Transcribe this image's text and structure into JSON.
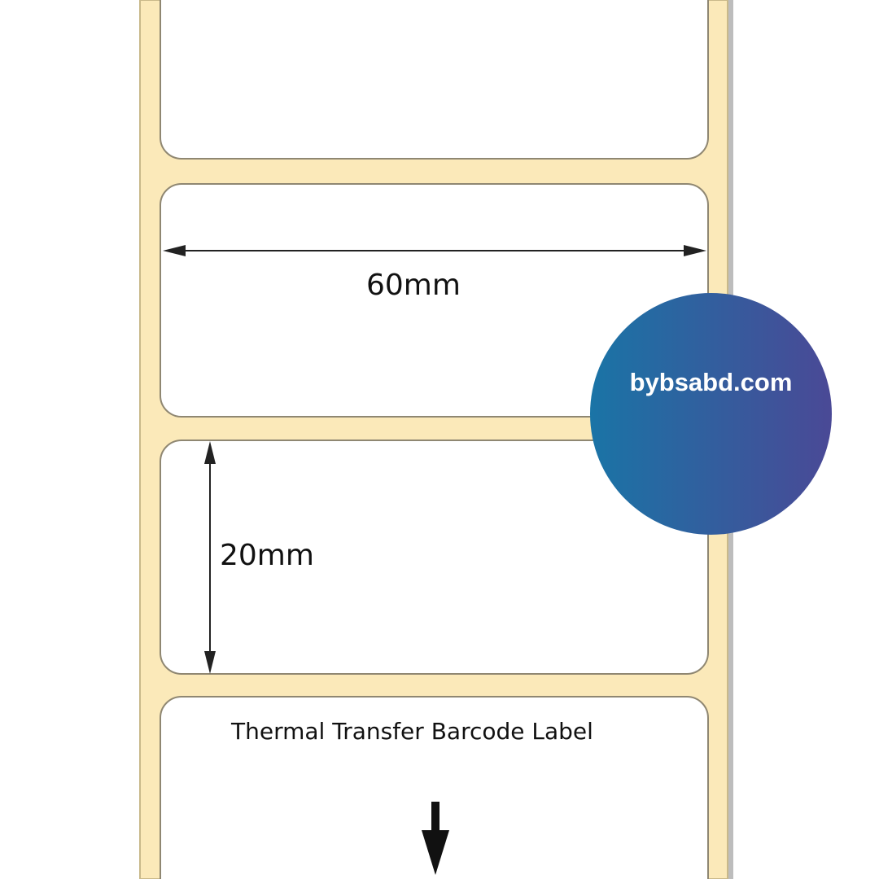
{
  "diagram": {
    "width_label": "60mm",
    "height_label": "20mm",
    "caption": "Thermal Transfer Barcode Label",
    "badge_text": "bybsabd.com",
    "colors": {
      "liner": "#fbe9b9",
      "badge_start": "#1a74a6",
      "badge_end": "#4a4996"
    }
  }
}
